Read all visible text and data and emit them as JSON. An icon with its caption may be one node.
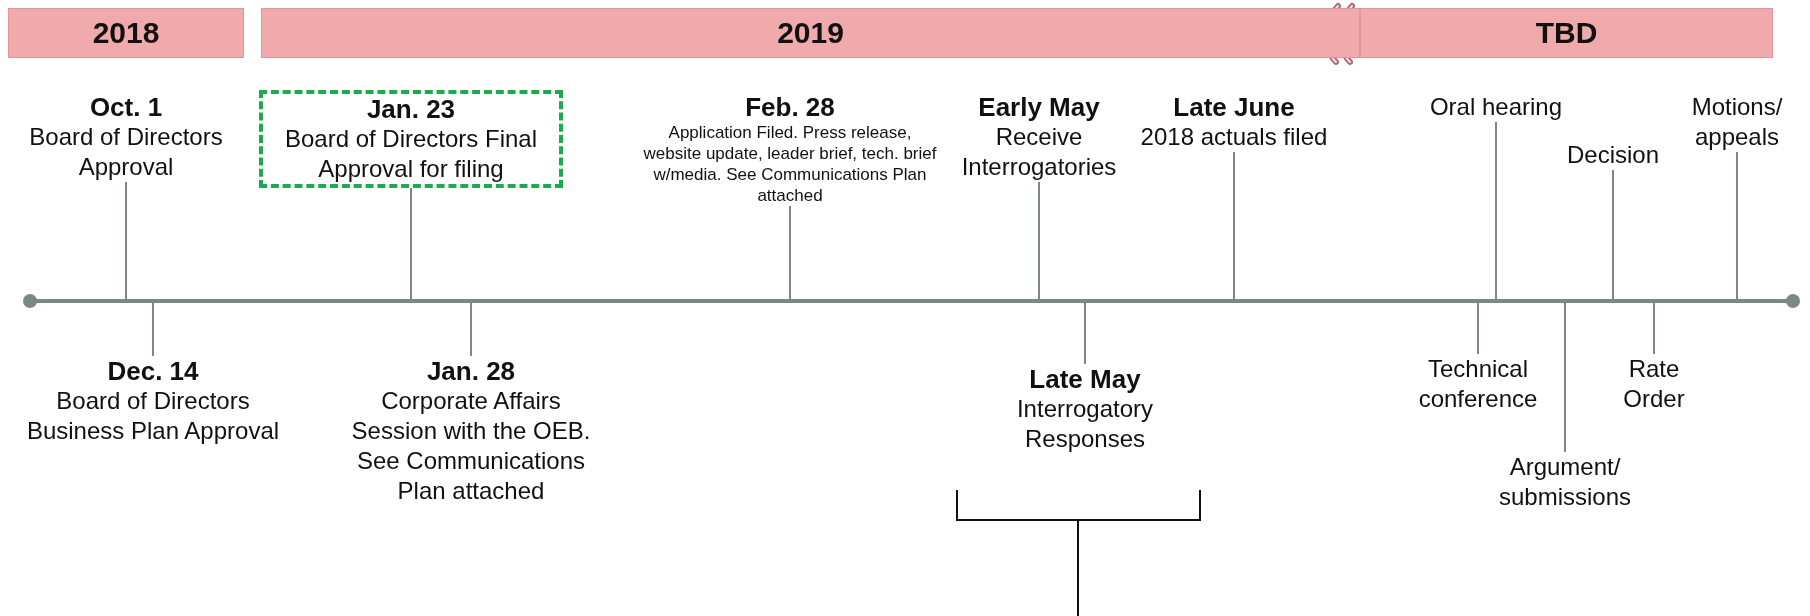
{
  "diagram": {
    "nodes": [
      {
        "text": [
          "2018"
        ]
      },
      {
        "text": [
          "2019"
        ]
      },
      {
        "text": [
          "TBD"
        ]
      },
      {
        "text": [
          "Oct. 1",
          "Board of Directors Approval"
        ]
      },
      {
        "text": [
          "Jan. 23",
          "Board of Directors Final Approval for filing"
        ]
      },
      {
        "text": [
          "Feb. 28",
          "Application Filed. Press release, website update, leader brief, tech. brief w/media. See Communications Plan attached"
        ]
      },
      {
        "text": [
          "Early May",
          "Receive Interrogatories"
        ]
      },
      {
        "text": [
          "Late June",
          "2018 actuals filed"
        ]
      },
      {
        "text": [
          "Oral hearing"
        ]
      },
      {
        "text": [
          "Decision"
        ]
      },
      {
        "text": [
          "Motions/ appeals"
        ]
      },
      {
        "text": [
          "Dec. 14",
          "Board of Directors Business Plan Approval"
        ]
      },
      {
        "text": [
          "Jan. 28",
          "Corporate Affairs Session with the OEB. See Communications Plan attached"
        ]
      },
      {
        "text": [
          "Late May",
          "Interrogatory Responses"
        ]
      },
      {
        "text": [
          "Technical conference"
        ]
      },
      {
        "text": [
          "Argument/ submissions"
        ]
      },
      {
        "text": [
          "Rate Order"
        ]
      }
    ],
    "edges": [
      {
        "from": 3,
        "to": null,
        "arrow": "none"
      },
      {
        "from": 4,
        "to": null,
        "arrow": "none"
      },
      {
        "from": 5,
        "to": null,
        "arrow": "none"
      },
      {
        "from": 6,
        "to": null,
        "arrow": "none"
      },
      {
        "from": 7,
        "to": null,
        "arrow": "none"
      },
      {
        "from": 8,
        "to": null,
        "arrow": "none"
      },
      {
        "from": 9,
        "to": null,
        "arrow": "none"
      },
      {
        "from": 10,
        "to": null,
        "arrow": "none"
      },
      {
        "from": 11,
        "to": null,
        "arrow": "none"
      },
      {
        "from": 12,
        "to": null,
        "arrow": "none"
      },
      {
        "from": 13,
        "to": null,
        "arrow": "none"
      },
      {
        "from": 14,
        "to": null,
        "arrow": "none"
      },
      {
        "from": 15,
        "to": null,
        "arrow": "none"
      },
      {
        "from": 16,
        "to": null,
        "arrow": "none"
      }
    ]
  }
}
